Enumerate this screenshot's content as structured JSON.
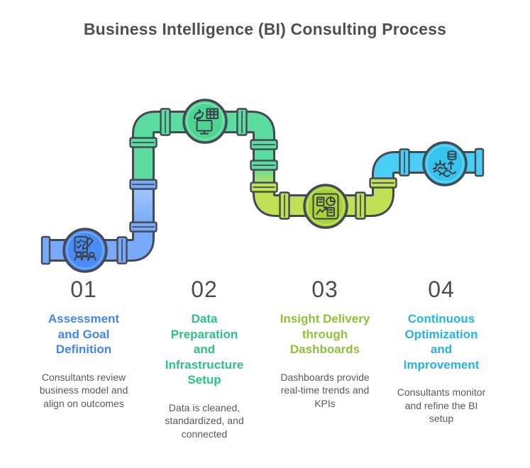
{
  "title": "Business Intelligence (BI) Consulting Process",
  "pipeline": {
    "outline_color": "#434a54",
    "icon_stroke": "#39404a"
  },
  "stages": [
    {
      "number": "01",
      "heading": "Assessment\nand Goal\nDefinition",
      "description": "Consultants review\nbusiness model and\nalign on outcomes",
      "icon": "clipboard-review-team-icon",
      "colors": {
        "pipe": "#79aafa",
        "node": "#4a8cf6",
        "heading": "#4285f4"
      }
    },
    {
      "number": "02",
      "heading": "Data\nPreparation\nand\nInfrastructure\nSetup",
      "description": "Data is cleaned,\nstandardized, and\nconnected",
      "icon": "data-sync-infrastructure-icon",
      "colors": {
        "pipe": "#5cdc9e",
        "node": "#4fd592",
        "heading": "#2bc187"
      }
    },
    {
      "number": "03",
      "heading": "Insight Delivery\nthrough\nDashboards",
      "description": "Dashboards provide\nreal-time trends and\nKPIs",
      "icon": "dashboard-charts-icon",
      "colors": {
        "pipe": "#c0e055",
        "node": "#a9d334",
        "heading": "#8fc13c"
      }
    },
    {
      "number": "04",
      "heading": "Continuous\nOptimization\nand\nImprovement",
      "description": "Consultants monitor\nand refine the BI\nsetup",
      "icon": "database-optimization-icon",
      "colors": {
        "pipe": "#4bcef6",
        "node": "#35c5f0",
        "heading": "#26b3e8"
      }
    }
  ]
}
